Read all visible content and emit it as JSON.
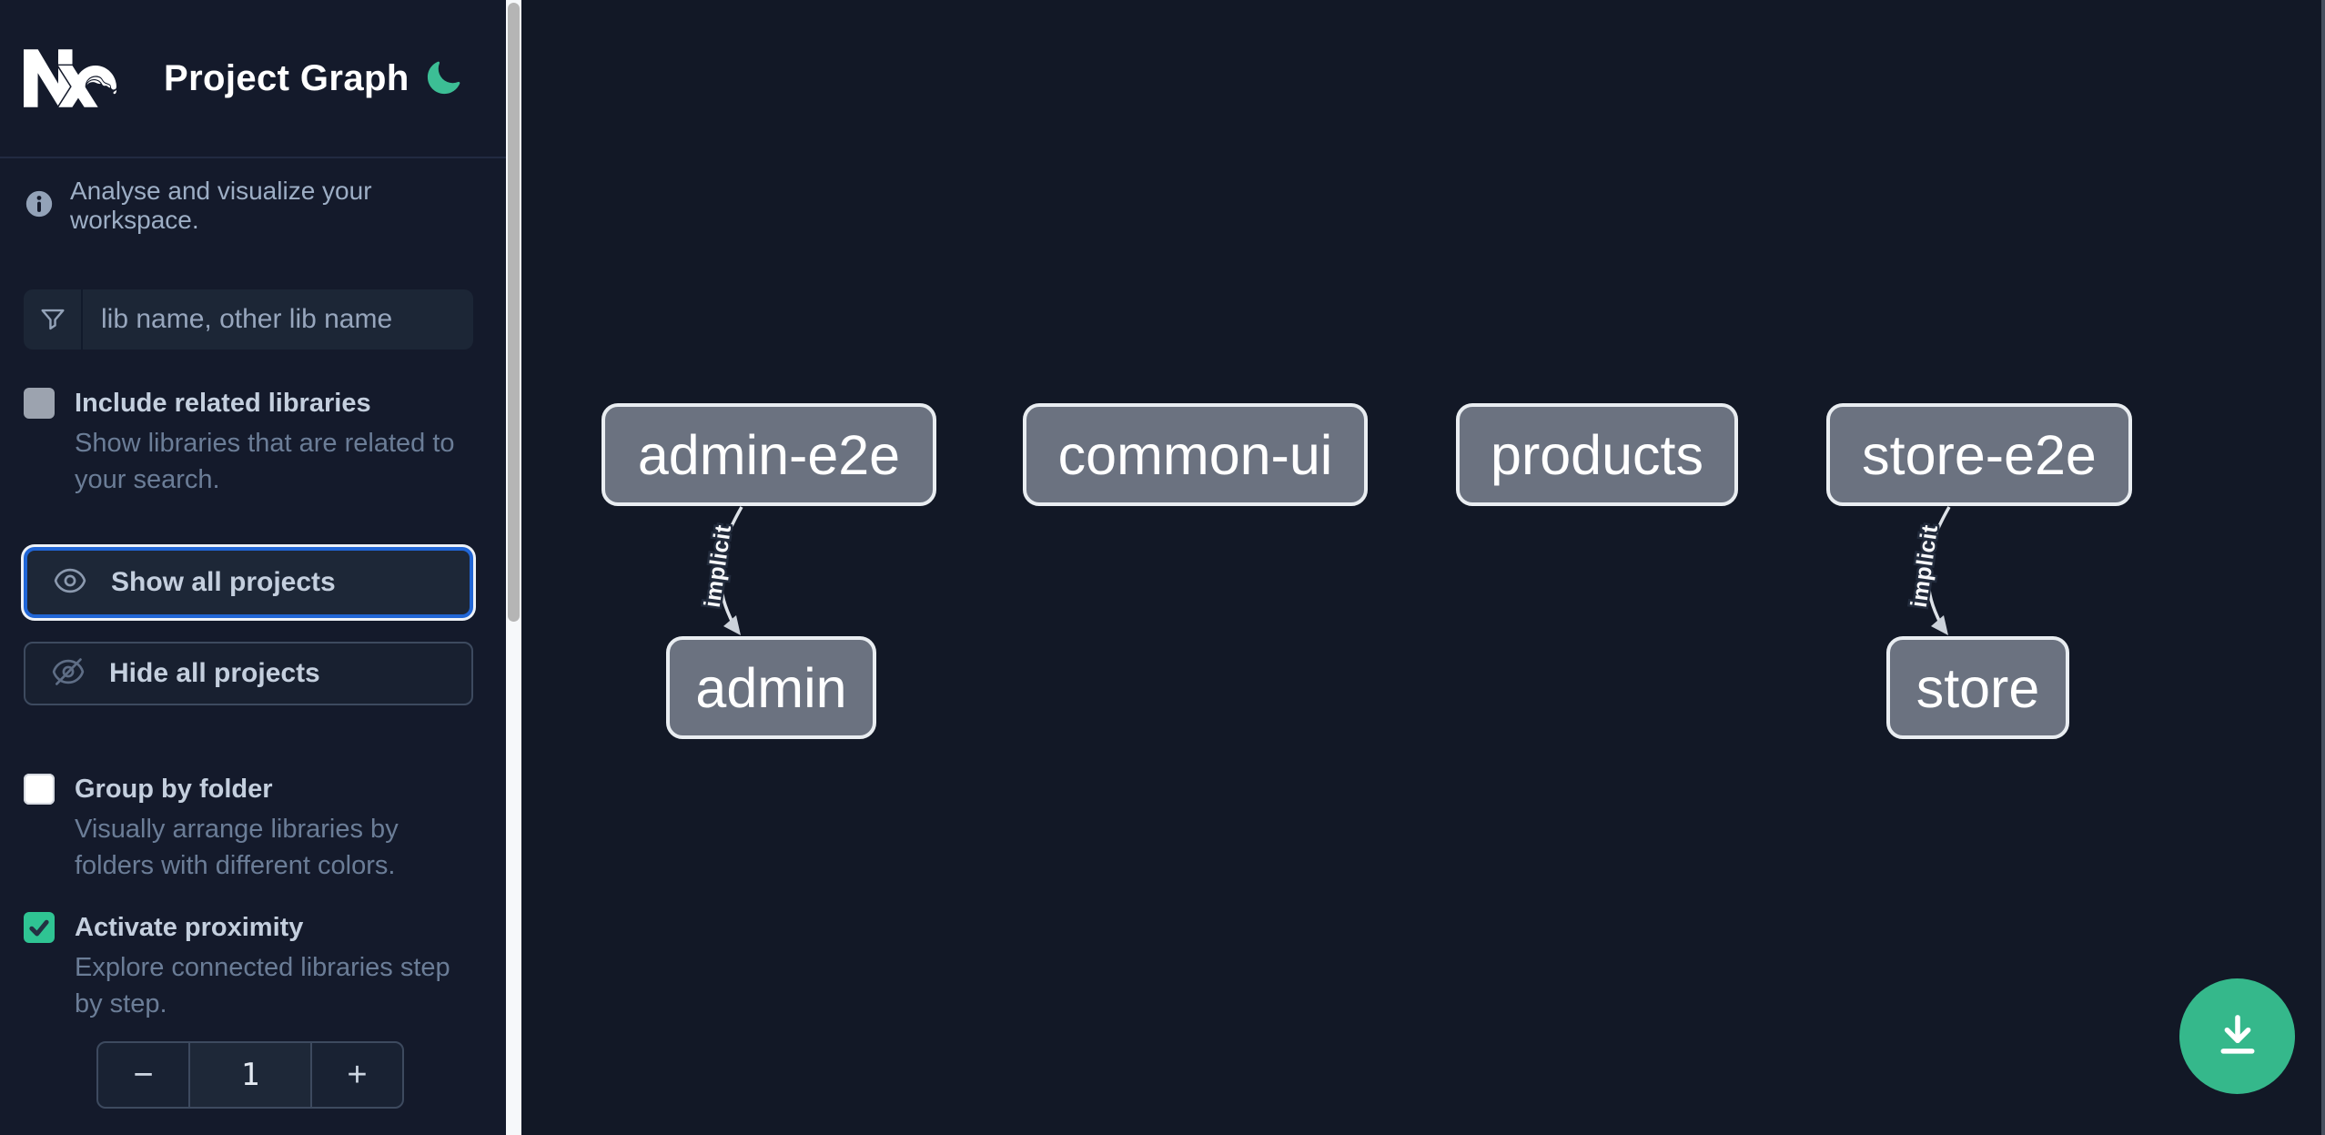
{
  "header": {
    "title": "Project Graph",
    "logo_icon": "nx-logo",
    "theme_icon": "moon-icon"
  },
  "sidebar": {
    "tagline": "Analyse and visualize your workspace.",
    "tagline_icon": "info-icon",
    "filter": {
      "icon": "funnel-icon",
      "placeholder": "lib name, other lib name",
      "value": ""
    },
    "options": {
      "include_related": {
        "label": "Include related libraries",
        "description": "Show libraries that are related to your search.",
        "checked": false
      },
      "group_by_folder": {
        "label": "Group by folder",
        "description": "Visually arrange libraries by folders with different colors.",
        "checked": false
      },
      "activate_proximity": {
        "label": "Activate proximity",
        "description": "Explore connected libraries step by step.",
        "checked": true
      }
    },
    "actions": {
      "show_all": "Show all projects",
      "show_all_icon": "eye-icon",
      "show_all_focused": true,
      "hide_all": "Hide all projects",
      "hide_all_icon": "eye-slash-icon"
    },
    "proximity_stepper": {
      "decrement": "−",
      "value": "1",
      "increment": "+"
    }
  },
  "graph": {
    "nodes": [
      {
        "id": "admin-e2e",
        "label": "admin-e2e"
      },
      {
        "id": "common-ui",
        "label": "common-ui"
      },
      {
        "id": "products",
        "label": "products"
      },
      {
        "id": "store-e2e",
        "label": "store-e2e"
      },
      {
        "id": "admin",
        "label": "admin"
      },
      {
        "id": "store",
        "label": "store"
      }
    ],
    "edges": [
      {
        "from": "admin-e2e",
        "to": "admin",
        "type": "implicit",
        "label": "implicit"
      },
      {
        "from": "store-e2e",
        "to": "store",
        "type": "implicit",
        "label": "implicit"
      }
    ]
  },
  "fab": {
    "icon": "download-icon"
  },
  "colors": {
    "sidebar_bg": "#141a2b",
    "canvas_bg": "#121826",
    "accent_green_moon": "#3cbe95",
    "fab_green": "#35b88b",
    "checkbox_green": "#2fc493",
    "focus_ring_blue": "#2166d6",
    "node_fill": "#6b7280",
    "node_border": "#e9edf1",
    "node_text": "#ffffff",
    "edge_color": "#dde2e8",
    "scrollbar_thumb": "#b5b5b5"
  }
}
